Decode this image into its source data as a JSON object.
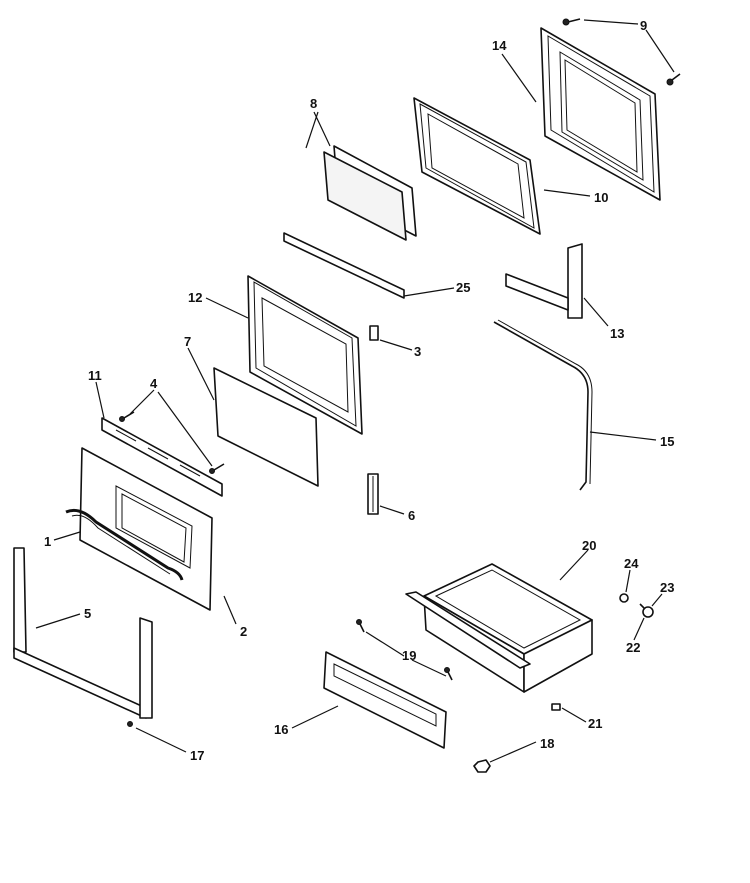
{
  "diagram": {
    "style": "exploded parts view, black line art on white",
    "callouts": [
      {
        "key": "c9",
        "text": "9"
      },
      {
        "key": "c14",
        "text": "14"
      },
      {
        "key": "c8",
        "text": "8"
      },
      {
        "key": "c10",
        "text": "10"
      },
      {
        "key": "c25",
        "text": "25"
      },
      {
        "key": "c12",
        "text": "12"
      },
      {
        "key": "c7",
        "text": "7"
      },
      {
        "key": "c3",
        "text": "3"
      },
      {
        "key": "c13",
        "text": "13"
      },
      {
        "key": "c11",
        "text": "11"
      },
      {
        "key": "c4",
        "text": "4"
      },
      {
        "key": "c15",
        "text": "15"
      },
      {
        "key": "c1",
        "text": "1"
      },
      {
        "key": "c6",
        "text": "6"
      },
      {
        "key": "c2",
        "text": "2"
      },
      {
        "key": "c5",
        "text": "5"
      },
      {
        "key": "c20",
        "text": "20"
      },
      {
        "key": "c24",
        "text": "24"
      },
      {
        "key": "c23",
        "text": "23"
      },
      {
        "key": "c22",
        "text": "22"
      },
      {
        "key": "c19",
        "text": "19"
      },
      {
        "key": "c16",
        "text": "16"
      },
      {
        "key": "c21",
        "text": "21"
      },
      {
        "key": "c18",
        "text": "18"
      },
      {
        "key": "c17",
        "text": "17"
      }
    ],
    "colors": {
      "line": "#111111",
      "background": "#ffffff"
    }
  }
}
